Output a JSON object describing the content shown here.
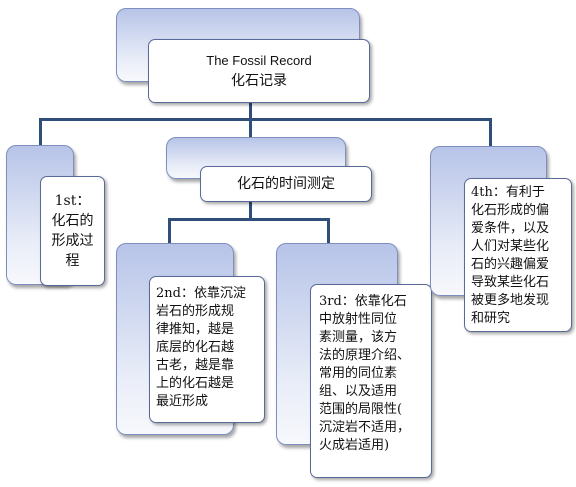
{
  "root": {
    "title_en": "The Fossil Record",
    "title_zh": "化石记录"
  },
  "nodes": {
    "first": "1st：\n化石的\n形成过\n程",
    "dating": "化石的时间测定",
    "second": "2nd：依靠沉淀\n岩石的形成规\n律推知，越是\n底层的化石越\n古老，越是靠\n上的化石越是\n最近形成",
    "third": "3rd：依靠化石\n中放射性同位\n素测量，该方\n法的原理介绍、\n常用的同位素\n组、以及适用\n范围的局限性(\n沉淀岩不适用，\n火成岩适用)",
    "fourth": "4th：有利于\n化石形成的偏\n爱条件，以及\n人们对某些化\n石的兴趣偏爱\n导致某些化石\n被更多地发现\n和研究"
  },
  "colors": {
    "connector": "#2f4e7a",
    "card_border": "#5a6a98",
    "back_gradient_top": "#b7c4e8"
  }
}
